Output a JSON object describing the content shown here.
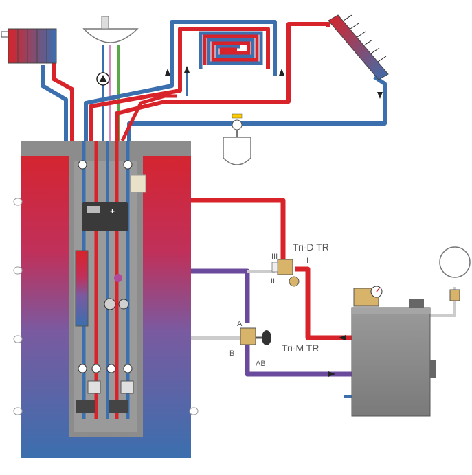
{
  "colors": {
    "hot": "#d8232a",
    "cold": "#3b6fae",
    "mixed": "#6a4a9c",
    "green_line": "#5aa84a",
    "pink_line": "#d98ac0",
    "tank_frame": "#8c8c8c",
    "boiler": "#8a8a8a"
  },
  "labels": {
    "tri_d": "Tri-D TR",
    "tri_m": "Tri-M TR",
    "port_iii": "III",
    "port_ii": "II",
    "port_i": "I",
    "port_a": "A",
    "port_b": "B",
    "port_ab": "AB"
  },
  "icons": [
    "radiator-icon",
    "sink-icon",
    "pump-icon",
    "floor-heating-coil-icon",
    "solar-collector-icon",
    "expansion-vessel-icon",
    "controller-icon",
    "gauge-icon",
    "boiler-icon",
    "valve-handle-icon"
  ]
}
